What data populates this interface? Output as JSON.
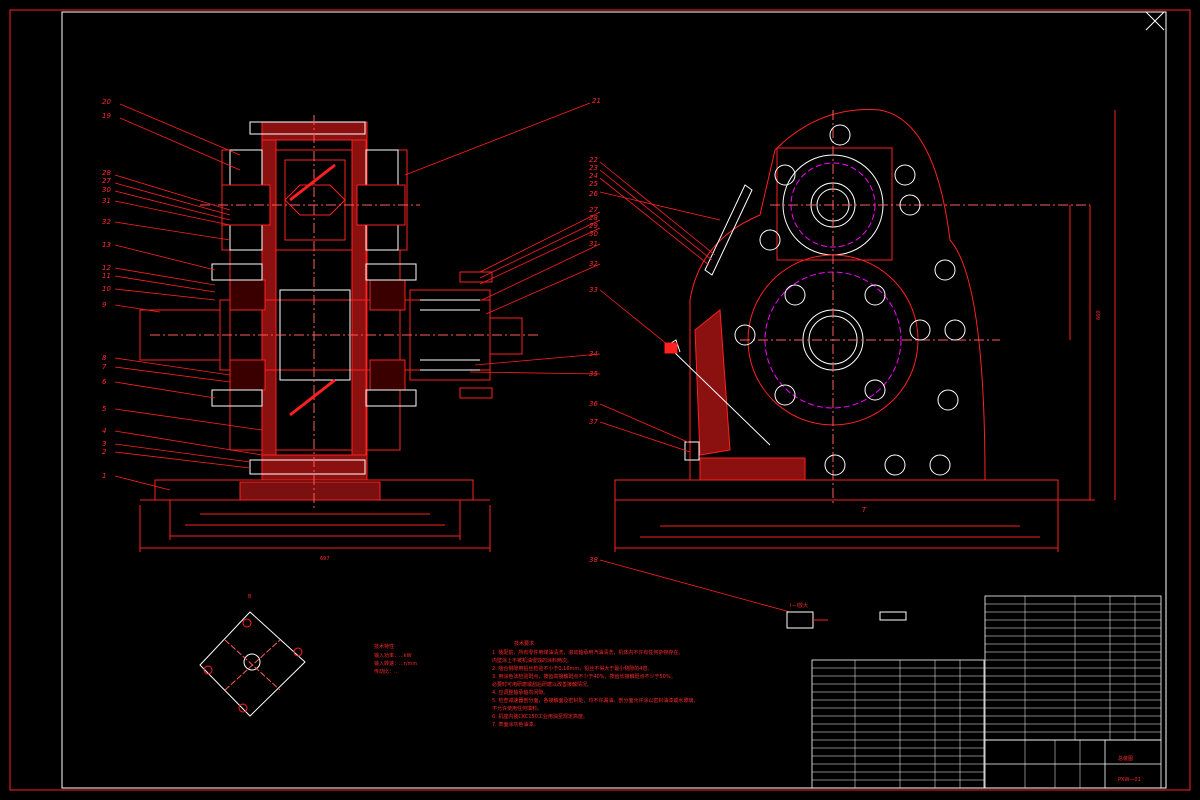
{
  "colors": {
    "background": "#000000",
    "line": "#ff2020",
    "white": "#ffffff",
    "magenta": "#ff00ff",
    "yellow": "#ffff00",
    "center": "#ff5a5a"
  },
  "part_numbers_left": [
    "20",
    "19",
    "28",
    "27",
    "30",
    "31",
    "32",
    "13",
    "12",
    "11",
    "10",
    "9",
    "8",
    "7",
    "6",
    "5",
    "4",
    "3",
    "2",
    "1"
  ],
  "part_numbers_right": [
    "21",
    "22",
    "23",
    "24",
    "25",
    "26",
    "27",
    "28",
    "29",
    "30",
    "31",
    "32",
    "33",
    "34",
    "35",
    "36",
    "37",
    "38"
  ],
  "dimensions": {
    "overall_width_left": "697",
    "height_right": "660",
    "width_right": "T"
  },
  "detail_views": {
    "flange_view_label": "B",
    "small_detail_label": "I—I放大"
  },
  "notes": {
    "tech_title": "技术要求",
    "tech_lines": [
      "1. 装配前，所有零件用煤油清洗，滚动轴承用汽油清洗，机体内不许有任何杂物存在。",
      "   内壁涂上不被机油侵蚀的涂料两次。",
      "2. 啮合侧隙用铅丝检验不小于0.16mm，铅丝不得大于最小侧隙的4倍。",
      "3. 用涂色法检验斑点，按齿高接触斑点不少于40%，按齿长接触斑点不少于50%。",
      "   必要时可用研磨或刮后研磨以改善接触情况。",
      "4. 应调整轴承轴向间隙。",
      "5. 检查减速器剖分面，各接触面及密封处，均不许漏油。剖分面允许涂以密封油漆或水玻璃，",
      "   不允许使用任何填料。",
      "6. 机座内装CKC150工业用油至规定高度。",
      "7. 表面涂灰色油漆。"
    ],
    "spec_title": "技术特性",
    "spec_lines": [
      "输入功率：...kW",
      "输入转速：...r/min",
      "传动比：..."
    ]
  },
  "title_block": {
    "drawing_name": "总装图",
    "drawing_no": "PXW—01"
  }
}
